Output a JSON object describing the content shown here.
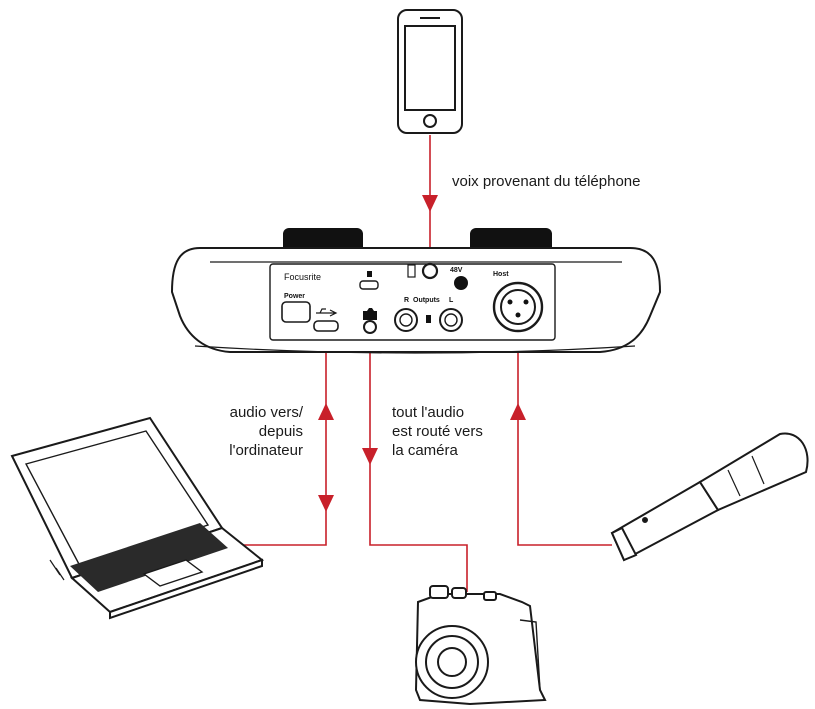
{
  "labels": {
    "phone_audio": "voix provenant du téléphone",
    "computer_audio_1": "audio vers/",
    "computer_audio_2": "depuis",
    "computer_audio_3": "l'ordinateur",
    "camera_audio_1": "tout l'audio",
    "camera_audio_2": "est routé vers",
    "camera_audio_3": "la caméra"
  },
  "device": {
    "brand": "Focusrite",
    "power": "Power",
    "outputs": "Outputs",
    "out_r": "R",
    "out_l": "L",
    "phantom": "48V",
    "input": "Host"
  },
  "colors": {
    "cable": "#c8202a",
    "outline": "#1a1a1a",
    "knob": "#111111",
    "screen": "#2a2a2a"
  }
}
